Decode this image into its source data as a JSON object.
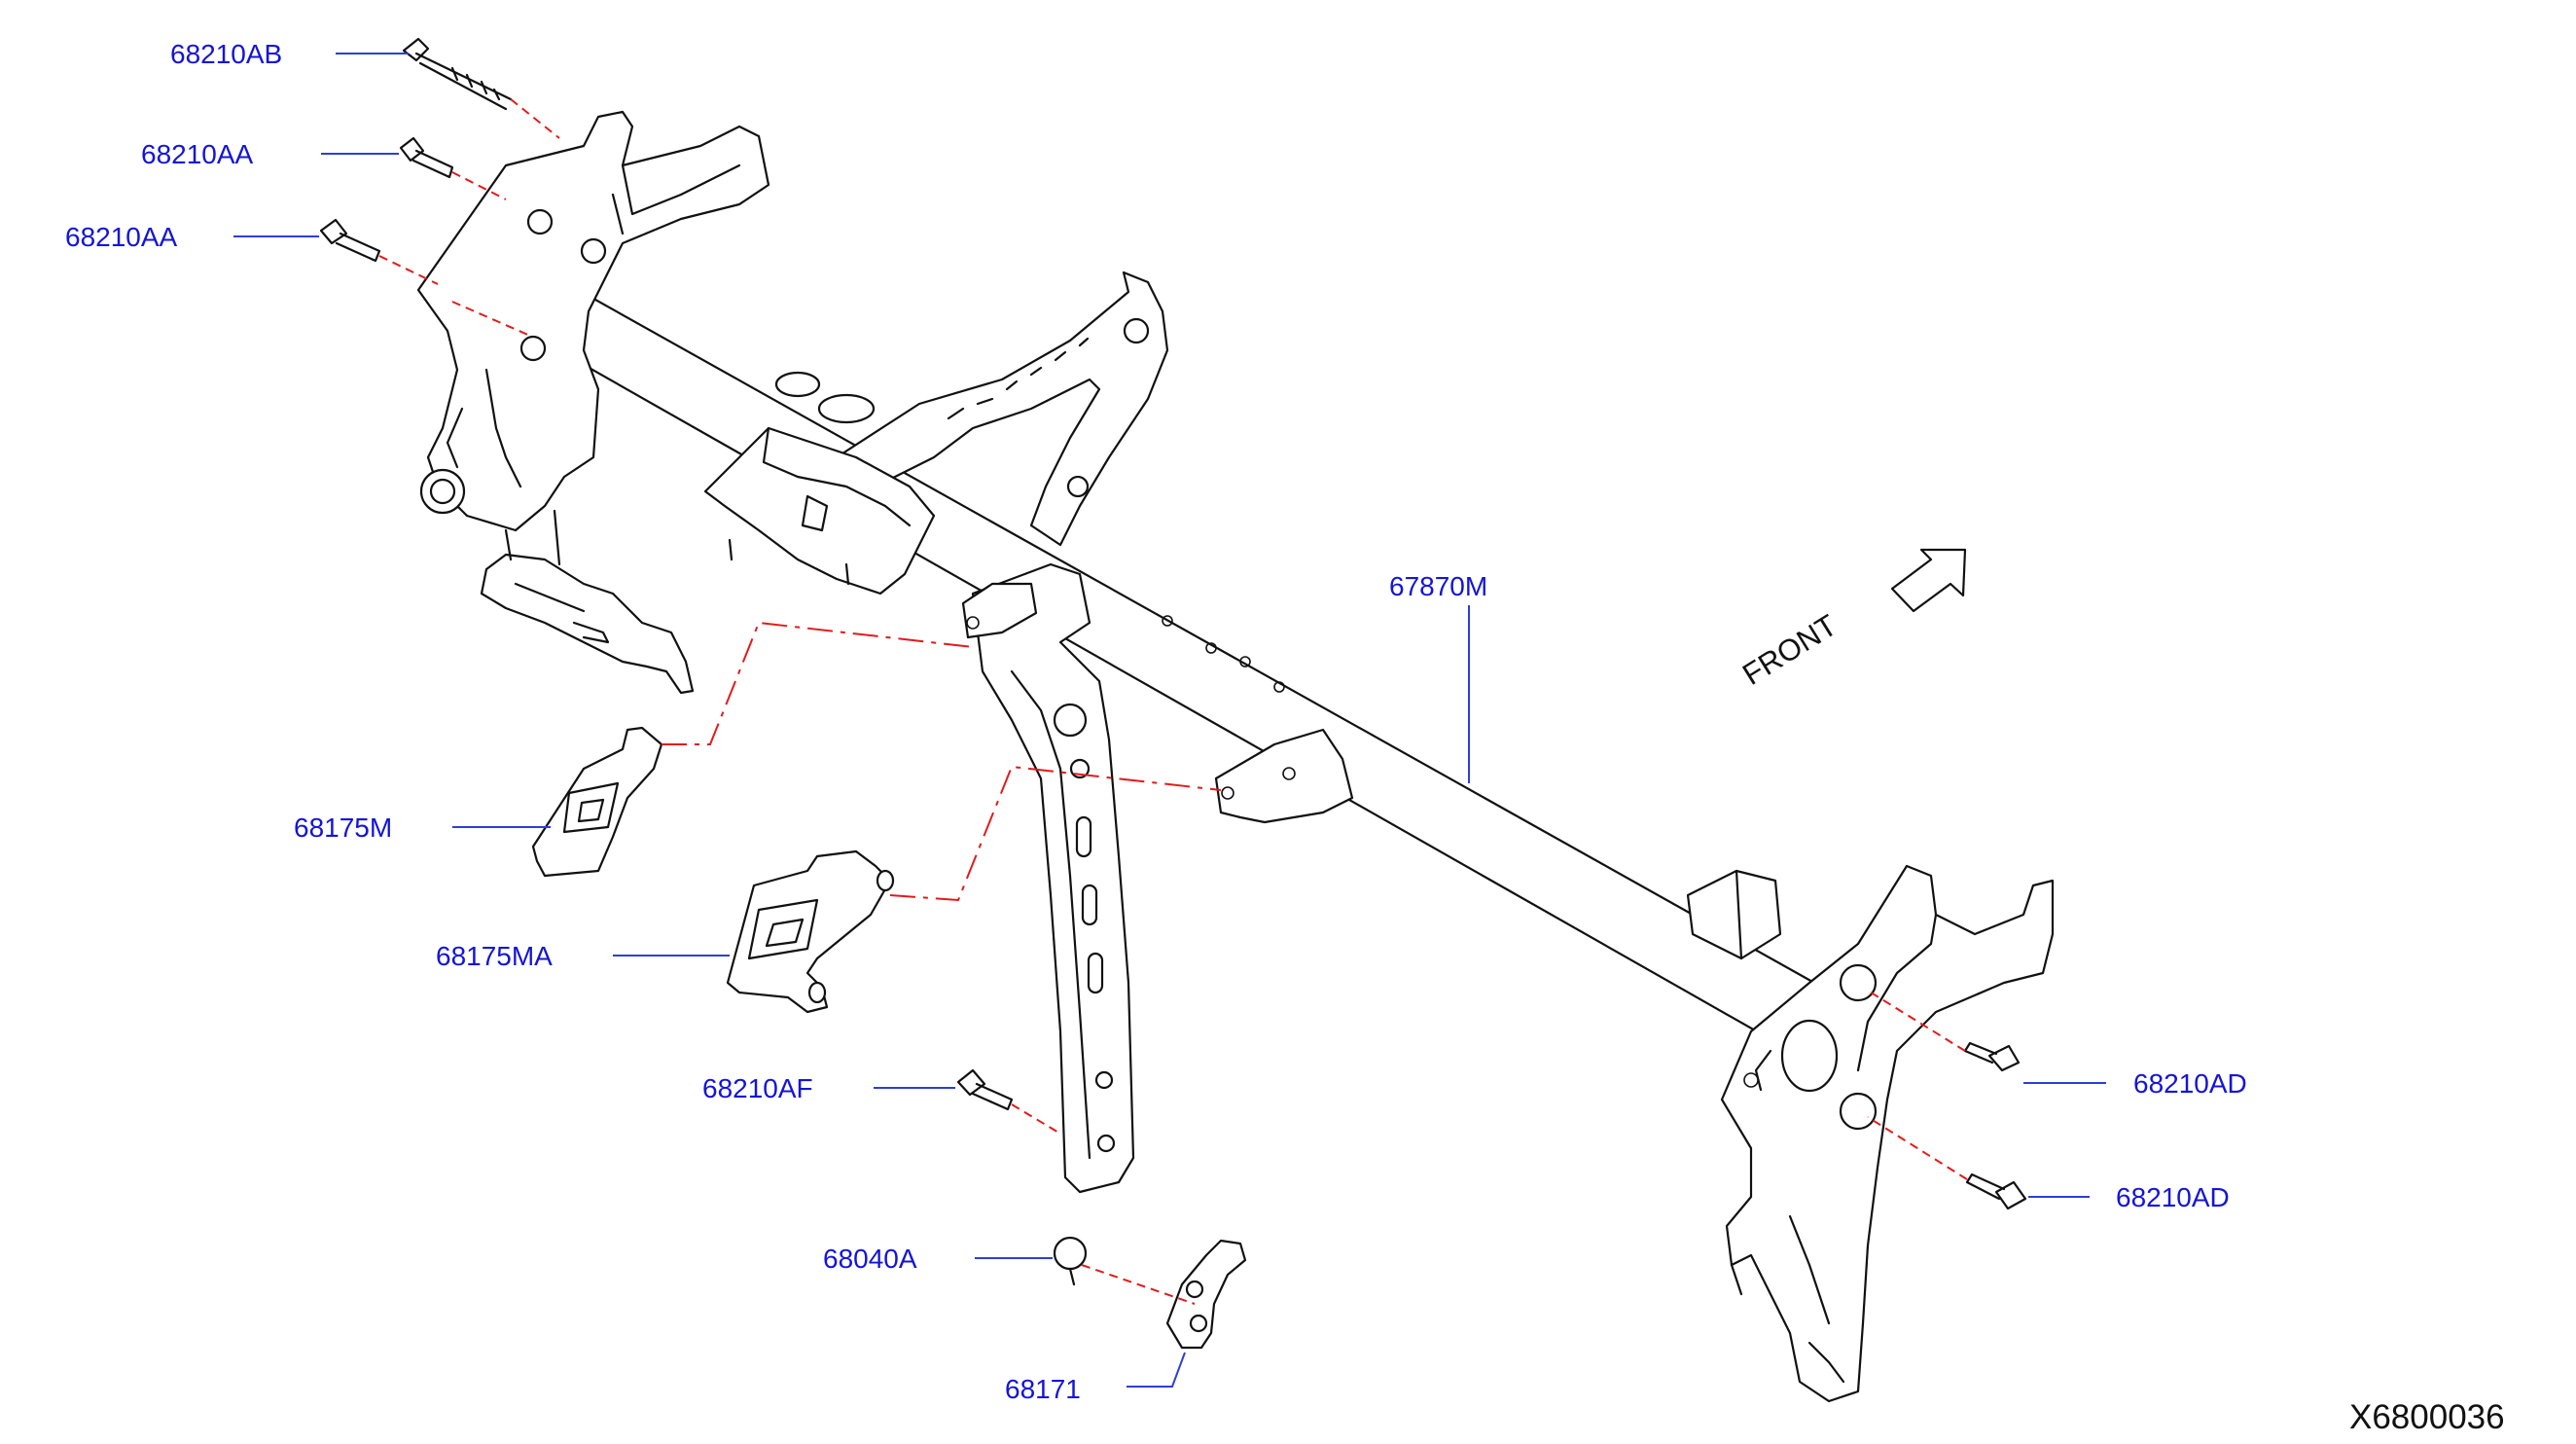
{
  "labels": {
    "p68210AB": "68210AB",
    "p68210AA_1": "68210AA",
    "p68210AA_2": "68210AA",
    "p67870M": "67870M",
    "p68175M": "68175M",
    "p68175MA": "68175MA",
    "p68210AF": "68210AF",
    "p68040A": "68040A",
    "p68171": "68171",
    "p68210AD_1": "68210AD",
    "p68210AD_2": "68210AD"
  },
  "front_label": "FRONT",
  "figure_id": "X6800036",
  "colors": {
    "label_text": "#1414d8",
    "leader_line": "#2c3fd6",
    "dashed_line": "#e31a1a",
    "part_outline": "#111111"
  }
}
